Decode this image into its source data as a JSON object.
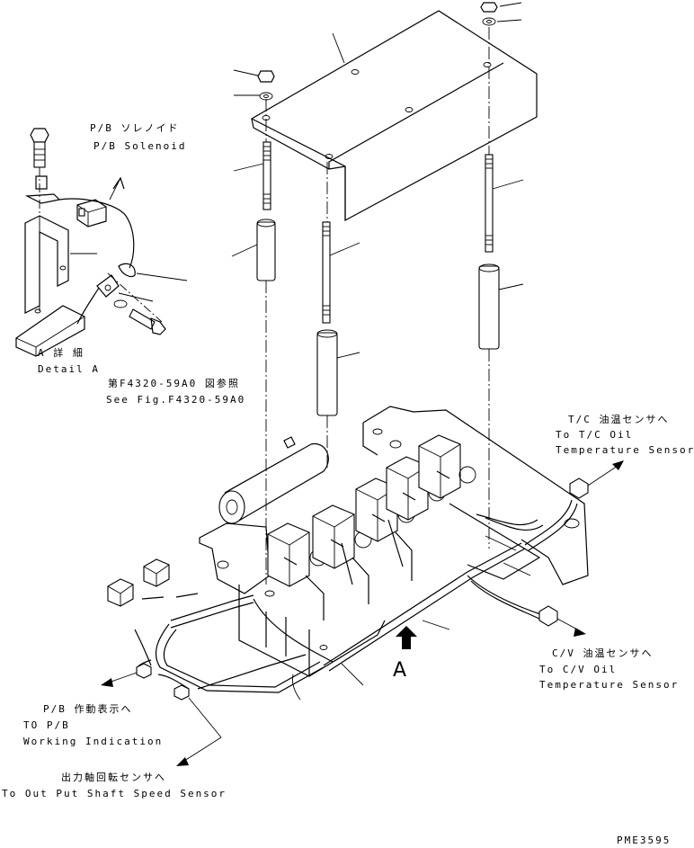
{
  "labels": {
    "pb_solenoid_jp": "P/B ソレノイド",
    "pb_solenoid_en": "P/B Solenoid",
    "detail_a_jp": "A 詳 細",
    "detail_a_en": "Detail A",
    "see_fig_jp": "第F4320-59A0 図参照",
    "see_fig_en": "See Fig.F4320-59A0",
    "tc_sensor_jp": "T/C 油温センサへ",
    "tc_sensor_en1": "To T/C Oil",
    "tc_sensor_en2": "Temperature Sensor",
    "cv_sensor_jp": "C/V 油温センサへ",
    "cv_sensor_en1": "To C/V Oil",
    "cv_sensor_en2": "Temperature Sensor",
    "pb_work_jp": "P/B 作動表示へ",
    "pb_work_en1": "TO P/B",
    "pb_work_en2": "Working Indication",
    "out_shaft_jp": "出力軸回転センサへ",
    "out_shaft_en": "To Out Put Shaft Speed Sensor",
    "view_a": "A",
    "drawing_no": "PME3595"
  }
}
